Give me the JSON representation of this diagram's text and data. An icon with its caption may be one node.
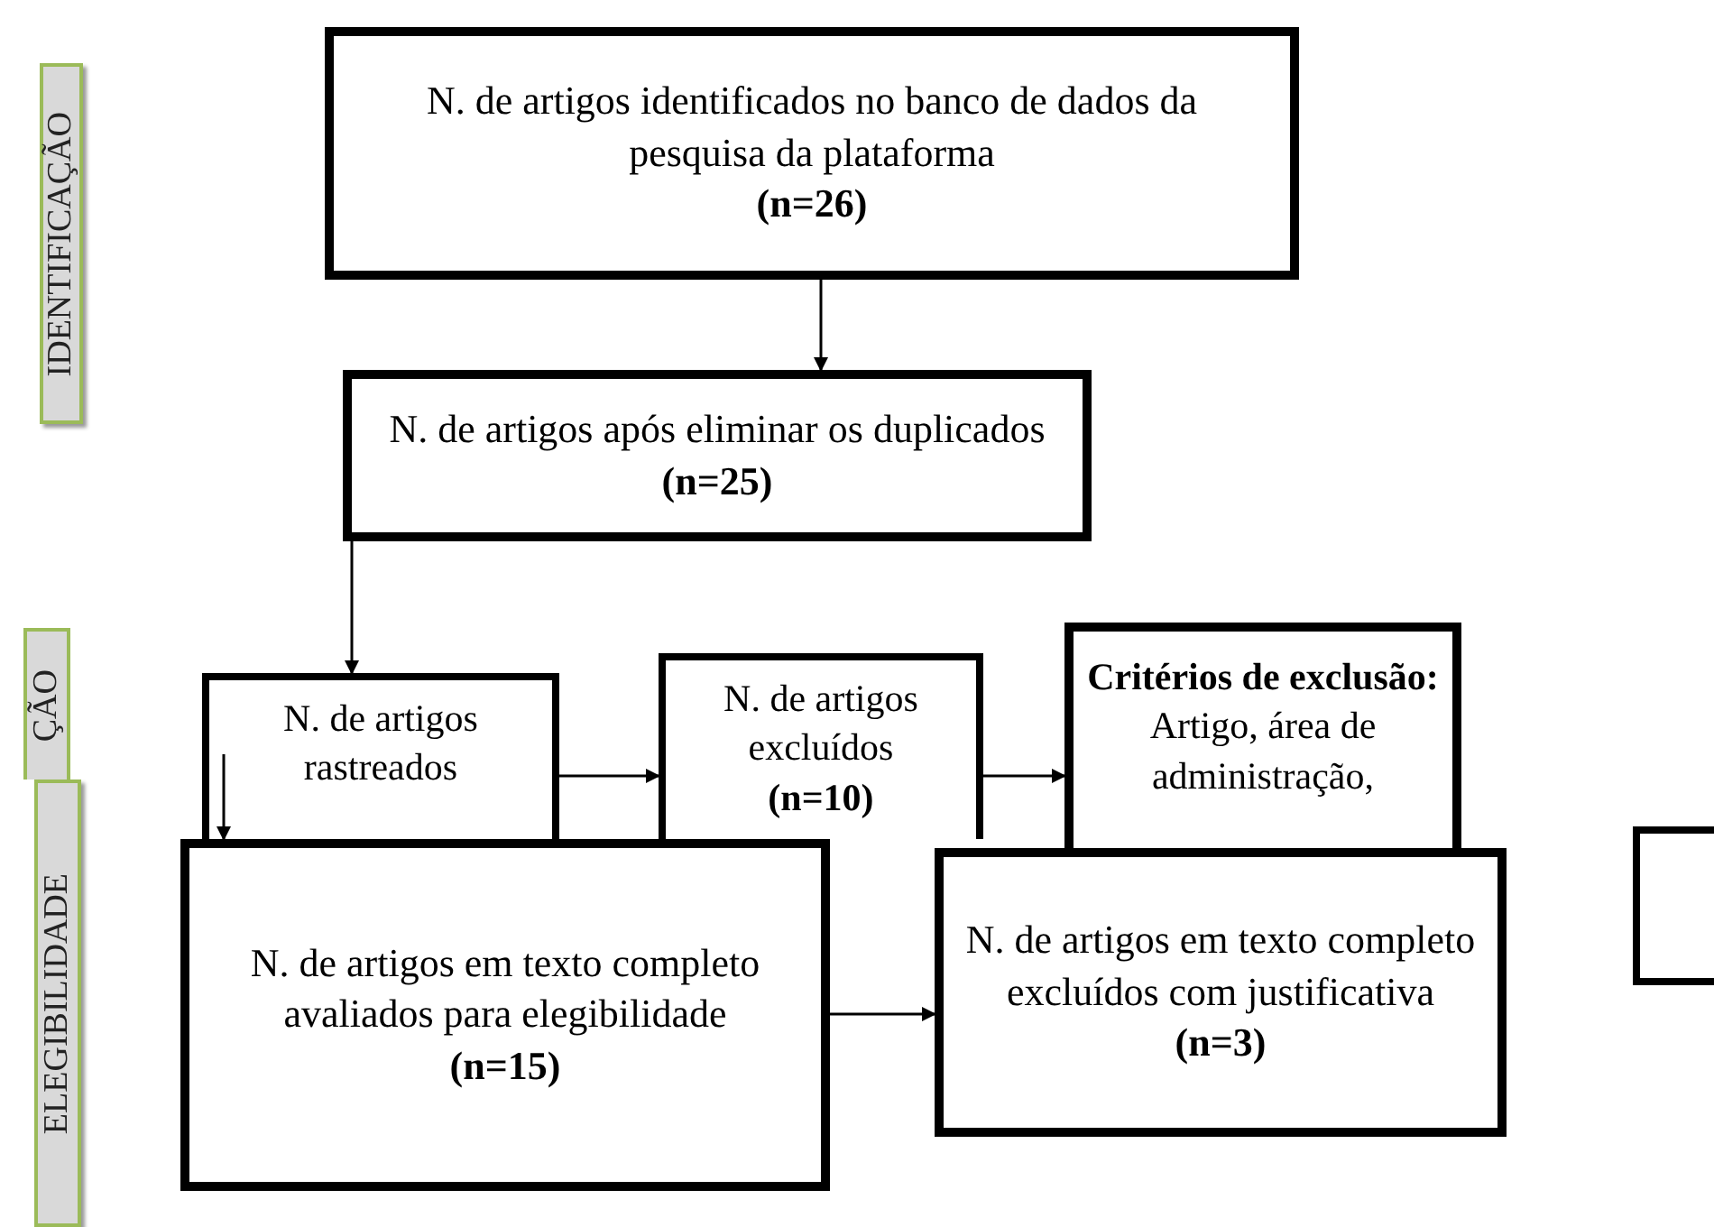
{
  "diagram": {
    "nodes": [
      {
        "text": [
          "IDENTIFICAÇÃO"
        ]
      },
      {
        "text": [
          "N. de artigos identificados no banco de dados da pesquisa da plataforma",
          "(n=26)"
        ]
      },
      {
        "text": [
          "N. de artigos após eliminar os duplicados",
          "(n=25)"
        ]
      },
      {
        "text": [
          "ÇÃO"
        ]
      },
      {
        "text": [
          "ELEGIBILIDADE"
        ]
      },
      {
        "text": [
          "N. de artigos rastreados"
        ]
      },
      {
        "text": [
          "N. de artigos excluídos",
          "(n=10)"
        ]
      },
      {
        "text": [
          "**Critérios de exclusão:** Artigo, área de administração,"
        ]
      },
      {
        "text": [],
        "shape": "box"
      },
      {
        "text": [
          "N. de artigos em texto completo avaliados para elegibilidade",
          "(n=15)"
        ]
      },
      {
        "text": [
          "N. de artigos em texto completo excluídos com justificativa",
          "(n=3)"
        ]
      }
    ],
    "edges": [
      {
        "from": 1,
        "to": 2,
        "arrow": "to"
      },
      {
        "from": 2,
        "to": 5,
        "arrow": "to"
      },
      {
        "from": 5,
        "to": 9,
        "arrow": "to"
      },
      {
        "from": 5,
        "to": 6,
        "arrow": "to"
      },
      {
        "from": 6,
        "to": 7,
        "arrow": "to"
      },
      {
        "from": 9,
        "to": 10,
        "arrow": "to"
      }
    ]
  }
}
